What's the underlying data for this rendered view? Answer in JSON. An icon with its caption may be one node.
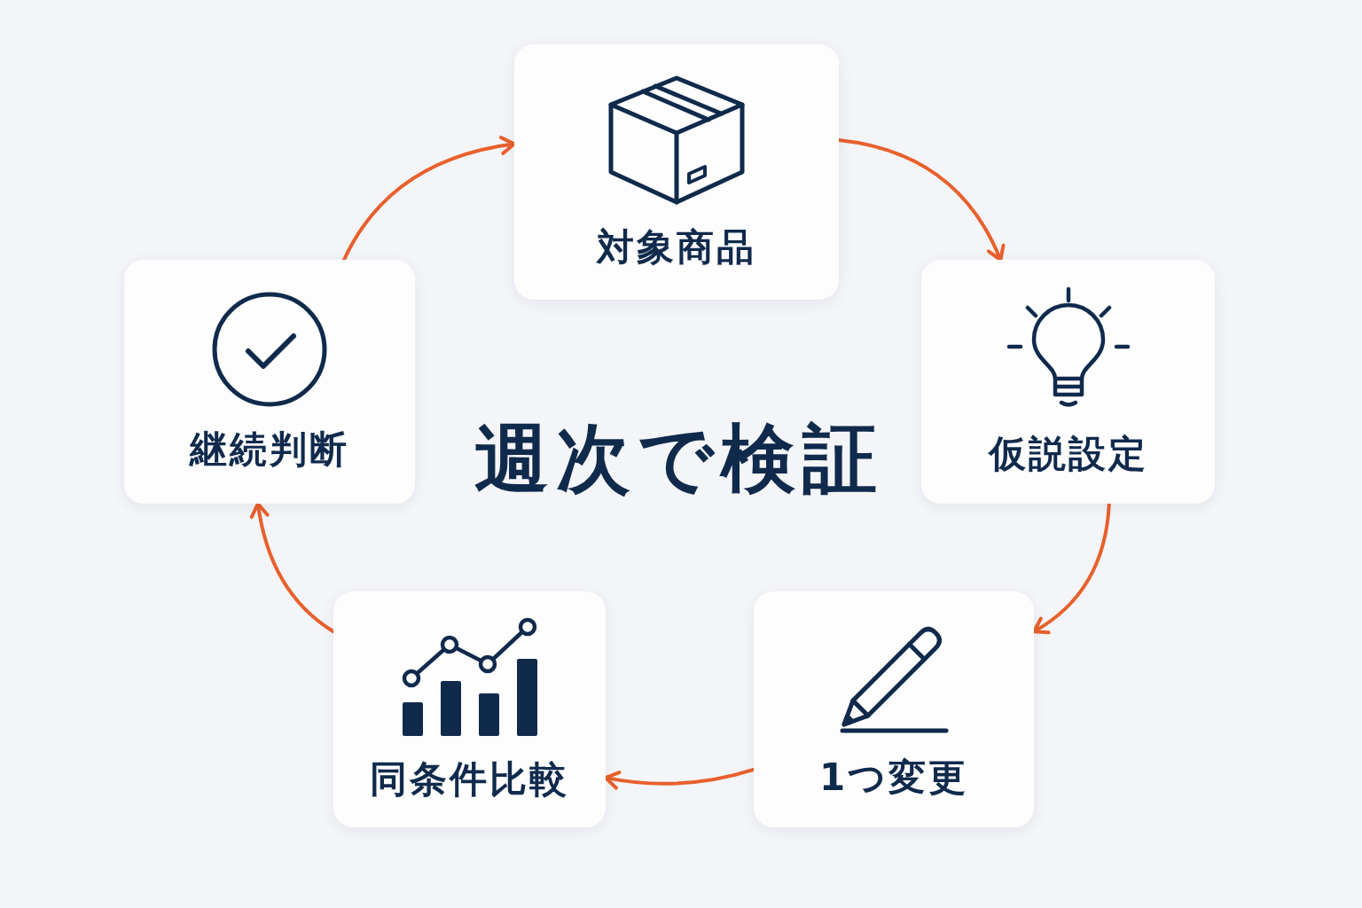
{
  "diagram": {
    "title": "週次で検証",
    "nodes": [
      {
        "text": [
          "対象商品"
        ]
      },
      {
        "text": [
          "仮説設定"
        ]
      },
      {
        "text": [
          "1つ変更"
        ]
      },
      {
        "text": [
          "同条件比較"
        ]
      },
      {
        "text": [
          "継続判断"
        ]
      }
    ],
    "edges": [
      {
        "from": 0,
        "to": 1,
        "arrow": "to"
      },
      {
        "from": 1,
        "to": 2,
        "arrow": "to"
      },
      {
        "from": 2,
        "to": 3,
        "arrow": "to"
      },
      {
        "from": 3,
        "to": 4,
        "arrow": "to"
      },
      {
        "from": 4,
        "to": 0,
        "arrow": "to"
      }
    ]
  }
}
